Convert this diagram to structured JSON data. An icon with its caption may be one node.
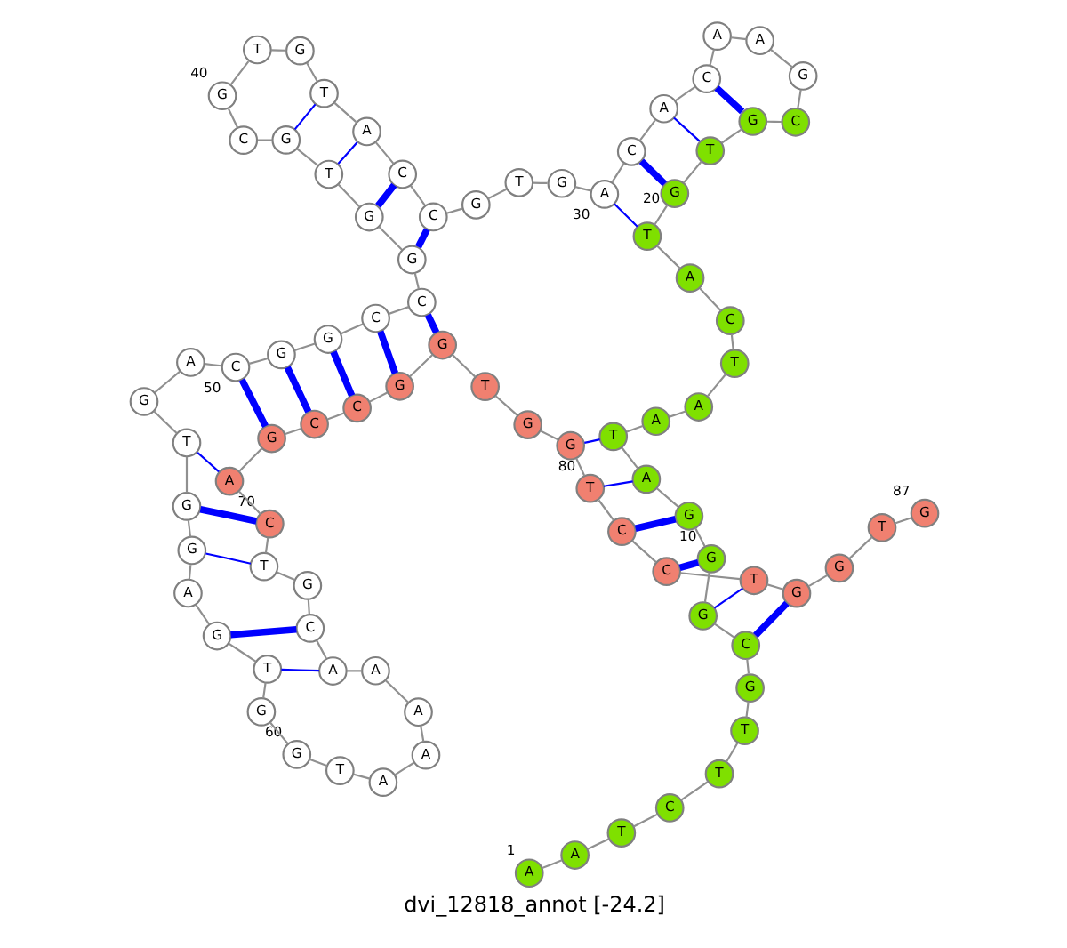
{
  "diagram": {
    "caption": "dvi_12818_annot [-24.2]",
    "nodes": [
      {
        "text": [
          "A"
        ],
        "beside": [
          "1"
        ]
      },
      {
        "text": [
          "A"
        ]
      },
      {
        "text": [
          "T"
        ]
      },
      {
        "text": [
          "C"
        ]
      },
      {
        "text": [
          "T"
        ]
      },
      {
        "text": [
          "T"
        ]
      },
      {
        "text": [
          "G"
        ]
      },
      {
        "text": [
          "C"
        ]
      },
      {
        "text": [
          "G"
        ]
      },
      {
        "text": [
          "G"
        ],
        "beside": [
          "10"
        ]
      },
      {
        "text": [
          "G"
        ]
      },
      {
        "text": [
          "A"
        ]
      },
      {
        "text": [
          "T"
        ]
      },
      {
        "text": [
          "A"
        ]
      },
      {
        "text": [
          "A"
        ]
      },
      {
        "text": [
          "T"
        ]
      },
      {
        "text": [
          "C"
        ]
      },
      {
        "text": [
          "A"
        ]
      },
      {
        "text": [
          "T"
        ]
      },
      {
        "text": [
          "G"
        ],
        "beside": [
          "20"
        ]
      },
      {
        "text": [
          "T"
        ]
      },
      {
        "text": [
          "G"
        ]
      },
      {
        "text": [
          "C"
        ]
      },
      {
        "text": [
          "G"
        ]
      },
      {
        "text": [
          "A"
        ]
      },
      {
        "text": [
          "A"
        ]
      },
      {
        "text": [
          "C"
        ]
      },
      {
        "text": [
          "A"
        ]
      },
      {
        "text": [
          "C"
        ]
      },
      {
        "text": [
          "A"
        ],
        "beside": [
          "30"
        ]
      },
      {
        "text": [
          "G"
        ]
      },
      {
        "text": [
          "T"
        ]
      },
      {
        "text": [
          "G"
        ]
      },
      {
        "text": [
          "C"
        ]
      },
      {
        "text": [
          "C"
        ]
      },
      {
        "text": [
          "A"
        ]
      },
      {
        "text": [
          "T"
        ]
      },
      {
        "text": [
          "G"
        ]
      },
      {
        "text": [
          "T"
        ]
      },
      {
        "text": [
          "G"
        ],
        "beside": [
          "40"
        ]
      },
      {
        "text": [
          "C"
        ]
      },
      {
        "text": [
          "G"
        ]
      },
      {
        "text": [
          "T"
        ]
      },
      {
        "text": [
          "G"
        ]
      },
      {
        "text": [
          "G"
        ]
      },
      {
        "text": [
          "C"
        ]
      },
      {
        "text": [
          "C"
        ]
      },
      {
        "text": [
          "G"
        ]
      },
      {
        "text": [
          "G"
        ]
      },
      {
        "text": [
          "C"
        ],
        "beside": [
          "50"
        ]
      },
      {
        "text": [
          "A"
        ]
      },
      {
        "text": [
          "G"
        ]
      },
      {
        "text": [
          "T"
        ]
      },
      {
        "text": [
          "G"
        ]
      },
      {
        "text": [
          "G"
        ]
      },
      {
        "text": [
          "A"
        ]
      },
      {
        "text": [
          "G"
        ]
      },
      {
        "text": [
          "T"
        ]
      },
      {
        "text": [
          "G"
        ]
      },
      {
        "text": [
          "G"
        ],
        "beside": [
          "60"
        ]
      },
      {
        "text": [
          "T"
        ]
      },
      {
        "text": [
          "A"
        ]
      },
      {
        "text": [
          "A"
        ]
      },
      {
        "text": [
          "A"
        ]
      },
      {
        "text": [
          "A"
        ]
      },
      {
        "text": [
          "A"
        ]
      },
      {
        "text": [
          "C"
        ]
      },
      {
        "text": [
          "G"
        ]
      },
      {
        "text": [
          "T"
        ]
      },
      {
        "text": [
          "C"
        ],
        "beside": [
          "70"
        ]
      },
      {
        "text": [
          "A"
        ]
      },
      {
        "text": [
          "G"
        ]
      },
      {
        "text": [
          "C"
        ]
      },
      {
        "text": [
          "C"
        ]
      },
      {
        "text": [
          "G"
        ]
      },
      {
        "text": [
          "G"
        ]
      },
      {
        "text": [
          "T"
        ]
      },
      {
        "text": [
          "G"
        ]
      },
      {
        "text": [
          "G"
        ]
      },
      {
        "text": [
          "T"
        ],
        "beside": [
          "80"
        ]
      },
      {
        "text": [
          "C"
        ]
      },
      {
        "text": [
          "C"
        ]
      },
      {
        "text": [
          "T"
        ]
      },
      {
        "text": [
          "G"
        ]
      },
      {
        "text": [
          "G"
        ]
      },
      {
        "text": [
          "T"
        ]
      },
      {
        "text": [
          "G"
        ],
        "beside": [
          "87"
        ]
      }
    ],
    "edges": [
      {
        "from": 0,
        "to": 1,
        "arrow": "none"
      },
      {
        "from": 1,
        "to": 2,
        "arrow": "none"
      },
      {
        "from": 2,
        "to": 3,
        "arrow": "none"
      },
      {
        "from": 3,
        "to": 4,
        "arrow": "none"
      },
      {
        "from": 4,
        "to": 5,
        "arrow": "none"
      },
      {
        "from": 5,
        "to": 6,
        "arrow": "none"
      },
      {
        "from": 6,
        "to": 7,
        "arrow": "none"
      },
      {
        "from": 7,
        "to": 8,
        "arrow": "none"
      },
      {
        "from": 8,
        "to": 9,
        "arrow": "none"
      },
      {
        "from": 9,
        "to": 10,
        "arrow": "none"
      },
      {
        "from": 10,
        "to": 11,
        "arrow": "none"
      },
      {
        "from": 11,
        "to": 12,
        "arrow": "none"
      },
      {
        "from": 12,
        "to": 13,
        "arrow": "none"
      },
      {
        "from": 13,
        "to": 14,
        "arrow": "none"
      },
      {
        "from": 14,
        "to": 15,
        "arrow": "none"
      },
      {
        "from": 15,
        "to": 16,
        "arrow": "none"
      },
      {
        "from": 16,
        "to": 17,
        "arrow": "none"
      },
      {
        "from": 17,
        "to": 18,
        "arrow": "none"
      },
      {
        "from": 18,
        "to": 19,
        "arrow": "none"
      },
      {
        "from": 19,
        "to": 20,
        "arrow": "none"
      },
      {
        "from": 20,
        "to": 21,
        "arrow": "none"
      },
      {
        "from": 21,
        "to": 22,
        "arrow": "none"
      },
      {
        "from": 22,
        "to": 23,
        "arrow": "none"
      },
      {
        "from": 23,
        "to": 24,
        "arrow": "none"
      },
      {
        "from": 24,
        "to": 25,
        "arrow": "none"
      },
      {
        "from": 25,
        "to": 26,
        "arrow": "none"
      },
      {
        "from": 26,
        "to": 27,
        "arrow": "none"
      },
      {
        "from": 27,
        "to": 28,
        "arrow": "none"
      },
      {
        "from": 28,
        "to": 29,
        "arrow": "none"
      },
      {
        "from": 29,
        "to": 30,
        "arrow": "none"
      },
      {
        "from": 30,
        "to": 31,
        "arrow": "none"
      },
      {
        "from": 31,
        "to": 32,
        "arrow": "none"
      },
      {
        "from": 32,
        "to": 33,
        "arrow": "none"
      },
      {
        "from": 33,
        "to": 34,
        "arrow": "none"
      },
      {
        "from": 34,
        "to": 35,
        "arrow": "none"
      },
      {
        "from": 35,
        "to": 36,
        "arrow": "none"
      },
      {
        "from": 36,
        "to": 37,
        "arrow": "none"
      },
      {
        "from": 37,
        "to": 38,
        "arrow": "none"
      },
      {
        "from": 38,
        "to": 39,
        "arrow": "none"
      },
      {
        "from": 39,
        "to": 40,
        "arrow": "none"
      },
      {
        "from": 40,
        "to": 41,
        "arrow": "none"
      },
      {
        "from": 41,
        "to": 42,
        "arrow": "none"
      },
      {
        "from": 42,
        "to": 43,
        "arrow": "none"
      },
      {
        "from": 43,
        "to": 44,
        "arrow": "none"
      },
      {
        "from": 44,
        "to": 45,
        "arrow": "none"
      },
      {
        "from": 45,
        "to": 46,
        "arrow": "none"
      },
      {
        "from": 46,
        "to": 47,
        "arrow": "none"
      },
      {
        "from": 47,
        "to": 48,
        "arrow": "none"
      },
      {
        "from": 48,
        "to": 49,
        "arrow": "none"
      },
      {
        "from": 49,
        "to": 50,
        "arrow": "none"
      },
      {
        "from": 50,
        "to": 51,
        "arrow": "none"
      },
      {
        "from": 51,
        "to": 52,
        "arrow": "none"
      },
      {
        "from": 52,
        "to": 53,
        "arrow": "none"
      },
      {
        "from": 53,
        "to": 54,
        "arrow": "none"
      },
      {
        "from": 54,
        "to": 55,
        "arrow": "none"
      },
      {
        "from": 55,
        "to": 56,
        "arrow": "none"
      },
      {
        "from": 56,
        "to": 57,
        "arrow": "none"
      },
      {
        "from": 57,
        "to": 58,
        "arrow": "none"
      },
      {
        "from": 58,
        "to": 59,
        "arrow": "none"
      },
      {
        "from": 59,
        "to": 60,
        "arrow": "none"
      },
      {
        "from": 60,
        "to": 61,
        "arrow": "none"
      },
      {
        "from": 61,
        "to": 62,
        "arrow": "none"
      },
      {
        "from": 62,
        "to": 63,
        "arrow": "none"
      },
      {
        "from": 63,
        "to": 64,
        "arrow": "none"
      },
      {
        "from": 64,
        "to": 65,
        "arrow": "none"
      },
      {
        "from": 65,
        "to": 66,
        "arrow": "none"
      },
      {
        "from": 66,
        "to": 67,
        "arrow": "none"
      },
      {
        "from": 67,
        "to": 68,
        "arrow": "none"
      },
      {
        "from": 68,
        "to": 69,
        "arrow": "none"
      },
      {
        "from": 69,
        "to": 70,
        "arrow": "none"
      },
      {
        "from": 70,
        "to": 71,
        "arrow": "none"
      },
      {
        "from": 71,
        "to": 72,
        "arrow": "none"
      },
      {
        "from": 72,
        "to": 73,
        "arrow": "none"
      },
      {
        "from": 73,
        "to": 74,
        "arrow": "none"
      },
      {
        "from": 74,
        "to": 75,
        "arrow": "none"
      },
      {
        "from": 75,
        "to": 76,
        "arrow": "none"
      },
      {
        "from": 76,
        "to": 77,
        "arrow": "none"
      },
      {
        "from": 77,
        "to": 78,
        "arrow": "none"
      },
      {
        "from": 78,
        "to": 79,
        "arrow": "none"
      },
      {
        "from": 79,
        "to": 80,
        "arrow": "none"
      },
      {
        "from": 80,
        "to": 81,
        "arrow": "none"
      },
      {
        "from": 81,
        "to": 82,
        "arrow": "none"
      },
      {
        "from": 82,
        "to": 83,
        "arrow": "none"
      },
      {
        "from": 83,
        "to": 84,
        "arrow": "none"
      },
      {
        "from": 84,
        "to": 85,
        "arrow": "none"
      },
      {
        "from": 85,
        "to": 86,
        "arrow": "none"
      },
      {
        "from": 18,
        "to": 29,
        "arrow": "none",
        "color": "#0000ff"
      },
      {
        "from": 19,
        "to": 28,
        "arrow": "none",
        "style": "thick",
        "color": "#0000ff"
      },
      {
        "from": 20,
        "to": 27,
        "arrow": "none",
        "color": "#0000ff"
      },
      {
        "from": 21,
        "to": 26,
        "arrow": "none",
        "style": "thick",
        "color": "#0000ff"
      },
      {
        "from": 33,
        "to": 44,
        "arrow": "none",
        "style": "thick",
        "color": "#0000ff"
      },
      {
        "from": 34,
        "to": 43,
        "arrow": "none",
        "style": "thick",
        "color": "#0000ff"
      },
      {
        "from": 35,
        "to": 42,
        "arrow": "none",
        "color": "#0000ff"
      },
      {
        "from": 36,
        "to": 41,
        "arrow": "none",
        "color": "#0000ff"
      },
      {
        "from": 45,
        "to": 75,
        "arrow": "none",
        "style": "thick",
        "color": "#0000ff"
      },
      {
        "from": 46,
        "to": 74,
        "arrow": "none",
        "style": "thick",
        "color": "#0000ff"
      },
      {
        "from": 47,
        "to": 73,
        "arrow": "none",
        "style": "thick",
        "color": "#0000ff"
      },
      {
        "from": 48,
        "to": 72,
        "arrow": "none",
        "style": "thick",
        "color": "#0000ff"
      },
      {
        "from": 49,
        "to": 71,
        "arrow": "none",
        "style": "thick",
        "color": "#0000ff"
      },
      {
        "from": 52,
        "to": 70,
        "arrow": "none",
        "color": "#0000ff"
      },
      {
        "from": 53,
        "to": 69,
        "arrow": "none",
        "style": "thick",
        "color": "#0000ff"
      },
      {
        "from": 54,
        "to": 68,
        "arrow": "none",
        "color": "#0000ff"
      },
      {
        "from": 56,
        "to": 66,
        "arrow": "none",
        "style": "thick",
        "color": "#0000ff"
      },
      {
        "from": 57,
        "to": 65,
        "arrow": "none",
        "color": "#0000ff"
      },
      {
        "from": 12,
        "to": 78,
        "arrow": "none",
        "color": "#0000ff"
      },
      {
        "from": 11,
        "to": 79,
        "arrow": "none",
        "color": "#0000ff"
      },
      {
        "from": 10,
        "to": 80,
        "arrow": "none",
        "style": "thick",
        "color": "#0000ff"
      },
      {
        "from": 9,
        "to": 81,
        "arrow": "none",
        "style": "thick",
        "color": "#0000ff"
      },
      {
        "from": 8,
        "to": 82,
        "arrow": "none",
        "color": "#0000ff"
      },
      {
        "from": 7,
        "to": 83,
        "arrow": "none",
        "style": "thick",
        "color": "#0000ff"
      }
    ]
  }
}
